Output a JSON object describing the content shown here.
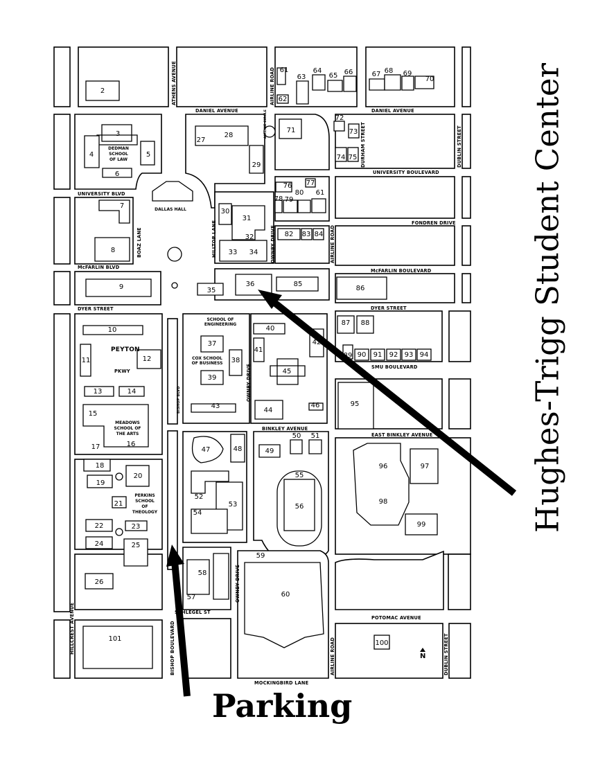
{
  "title": "Hughes-Trigg Student Center",
  "parking_label": "Parking",
  "north_label": "N",
  "streets": {
    "athens": "ATHENS AVENUE",
    "airline_top": "AIRLINE ROAD",
    "daniel_w": "DANIEL AVENUE",
    "daniel_e": "DANIEL AVENUE",
    "airline_circle": "AIRLINE CIRCLE",
    "durham": "DURHAM STREET",
    "dublin_top": "DUBLIN STREET",
    "university_blvd_w": "UNIVERSITY BLVD",
    "university_blvd_e": "UNIVERSITY BOULEVARD",
    "boaz": "BOAZ LANE",
    "hilltop": "HILLTOP LANE",
    "ownby_top": "OWNBY DRIVE",
    "airline_mid": "AIRLINE ROAD",
    "fondren": "FONDREN DRIVE",
    "mcfarlin_w": "McFARLIN BLVD",
    "mcfarlin_e": "McFARLIN BOULEVARD",
    "dyer_w": "DYER STREET",
    "dyer_e": "DYER STREET",
    "peyton": "PEYTON",
    "pkwy": "PKWY",
    "bishop_mid": "BISHOP BLVD",
    "ownby_mid": "OWNBY DRIVE",
    "smu_blvd": "SMU BOULEVARD",
    "binkley": "BINKLEY AVENUE",
    "east_binkley": "EAST BINKLEY AVENUE",
    "ownby_low": "OWNBY DRIVE",
    "schlegel": "SCHLEGEL ST",
    "hillcrest": "HILLCREST AVENUE",
    "bishop_low": "BISHOP BOULEVARD",
    "potomac": "POTOMAC AVENUE",
    "airline_low": "AIRLINE ROAD",
    "dublin_low": "DUBLIN STREET",
    "mockingbird": "MOCKINGBIRD LANE"
  },
  "captions": {
    "dedman1": "DEDMAN",
    "dedman2": "SCHOOL",
    "dedman3": "OF LAW",
    "dallas_hall": "DALLAS HALL",
    "eng1": "SCHOOL OF",
    "eng2": "ENGINEERING",
    "cox1": "COX SCHOOL",
    "cox2": "OF BUSINESS",
    "meadows1": "MEADOWS",
    "meadows2": "SCHOOL OF",
    "meadows3": "THE ARTS",
    "perkins1": "PERKINS",
    "perkins2": "SCHOOL",
    "perkins3": "OF",
    "perkins4": "THEOLOGY"
  },
  "buildings": {
    "b2": "2",
    "b3": "3",
    "b4": "4",
    "b5": "5",
    "b6": "6",
    "b7": "7",
    "b8": "8",
    "b9": "9",
    "b10": "10",
    "b11": "11",
    "b12": "12",
    "b13": "13",
    "b14": "14",
    "b15": "15",
    "b16": "16",
    "b17": "17",
    "b18": "18",
    "b19": "19",
    "b20": "20",
    "b21": "21",
    "b22": "22",
    "b23": "23",
    "b24": "24",
    "b25": "25",
    "b26": "26",
    "b27": "27",
    "b28": "28",
    "b29": "29",
    "b30": "30",
    "b31": "31",
    "b32": "32",
    "b33": "33",
    "b34": "34",
    "b35": "35",
    "b36": "36",
    "b37": "37",
    "b38": "38",
    "b39": "39",
    "b40": "40",
    "b41": "41",
    "b42": "42",
    "b43": "43",
    "b44": "44",
    "b45": "45",
    "b46": "46",
    "b47": "47",
    "b48": "48",
    "b49": "49",
    "b50": "50",
    "b51": "51",
    "b52": "52",
    "b53": "53",
    "b54": "54",
    "b55": "55",
    "b56": "56",
    "b57": "57",
    "b58": "58",
    "b59": "59",
    "b60": "60",
    "b61": "61",
    "b61b": "61",
    "b62": "62",
    "b63": "63",
    "b64": "64",
    "b65": "65",
    "b66": "66",
    "b67": "67",
    "b68": "68",
    "b69": "69",
    "b70": "70",
    "b71": "71",
    "b72": "72",
    "b73": "73",
    "b74": "74",
    "b75": "75",
    "b76": "76",
    "b77": "77",
    "b78": "78",
    "b79": "79",
    "b80": "80",
    "b82": "82",
    "b83": "83",
    "b84": "84",
    "b85": "85",
    "b86": "86",
    "b87": "87",
    "b88": "88",
    "b89": "89",
    "b90": "90",
    "b91": "91",
    "b92": "92",
    "b93": "93",
    "b94": "94",
    "b95": "95",
    "b96": "96",
    "b97": "97",
    "b98": "98",
    "b99": "99",
    "b100": "100",
    "b101": "101"
  }
}
